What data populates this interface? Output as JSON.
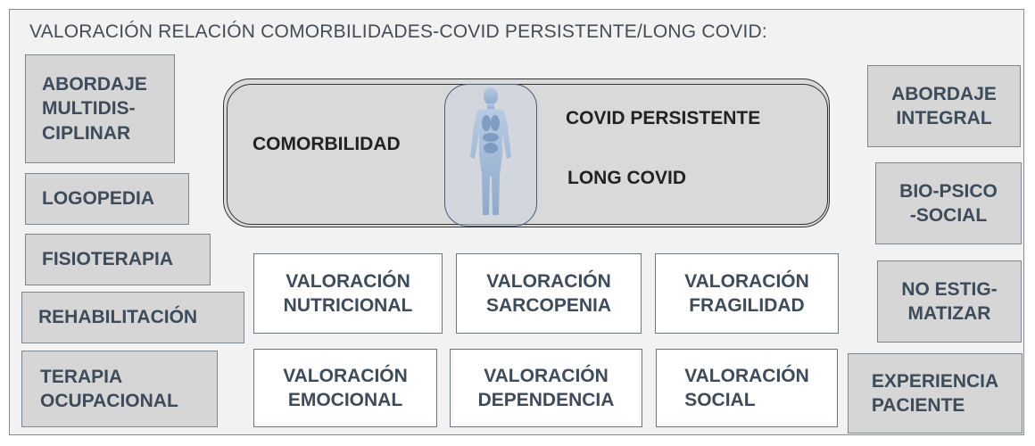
{
  "title": "VALORACIÓN RELACIÓN COMORBILIDADES-COVID PERSISTENTE/LONG COVID:",
  "center": {
    "left_label": "COMORBILIDAD",
    "right_top_label": "COVID PERSISTENTE",
    "right_bottom_label": "LONG COVID"
  },
  "left_boxes": {
    "abordaje_multidisciplinar": [
      "ABORDAJE",
      "MULTIDIS-",
      "CIPLINAR"
    ],
    "logopedia": "LOGOPEDIA",
    "fisioterapia": "FISIOTERAPIA",
    "rehabilitacion": "REHABILITACIÓN",
    "terapia_ocupacional": [
      "TERAPIA",
      "OCUPACIONAL"
    ]
  },
  "valoraciones": {
    "nutricional": [
      "VALORACIÓN",
      "NUTRICIONAL"
    ],
    "sarcopenia": [
      "VALORACIÓN",
      "SARCOPENIA"
    ],
    "fragilidad": [
      "VALORACIÓN",
      "FRAGILIDAD"
    ],
    "emocional": [
      "VALORACIÓN",
      "EMOCIONAL"
    ],
    "dependencia": [
      "VALORACIÓN",
      "DEPENDENCIA"
    ],
    "social": [
      "VALORACIÓN",
      "SOCIAL"
    ]
  },
  "right_boxes": {
    "abordaje_integral": [
      "ABORDAJE",
      "INTEGRAL"
    ],
    "bio_psico_social": [
      "BIO-PSICO",
      "-SOCIAL"
    ],
    "no_estigmatizar": [
      "NO ESTIG-",
      "MATIZAR"
    ],
    "experiencia_paciente": [
      "EXPERIENCIA",
      "PACIENTE"
    ]
  },
  "colors": {
    "grey_box": "#d6d6d6",
    "text": "#3d4b5a",
    "panel": "#f2f2f2",
    "human_figure": "#9fb6d3"
  }
}
